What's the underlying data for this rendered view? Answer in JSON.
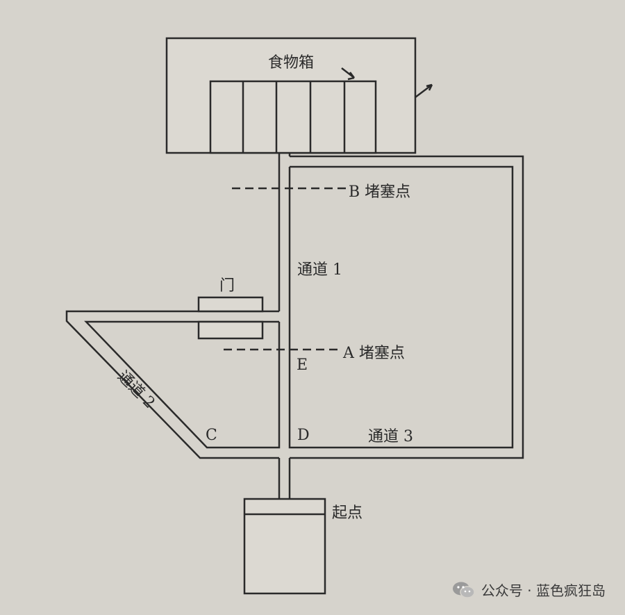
{
  "labels": {
    "food_box": "食物箱",
    "block_b": "B 堵塞点",
    "block_a": "A 堵塞点",
    "channel1": "通道 1",
    "channel2": "通道 2",
    "channel3": "通道 3",
    "door": "门",
    "point_c": "C",
    "point_d": "D",
    "point_e": "E",
    "start": "起点"
  },
  "watermark": {
    "icon": "wechat-icon",
    "text": "公众号 · 蓝色疯狂岛"
  },
  "colors": {
    "paper": "#d6d3cc",
    "line": "#2a2a2a",
    "fill": "#e1ded7"
  }
}
